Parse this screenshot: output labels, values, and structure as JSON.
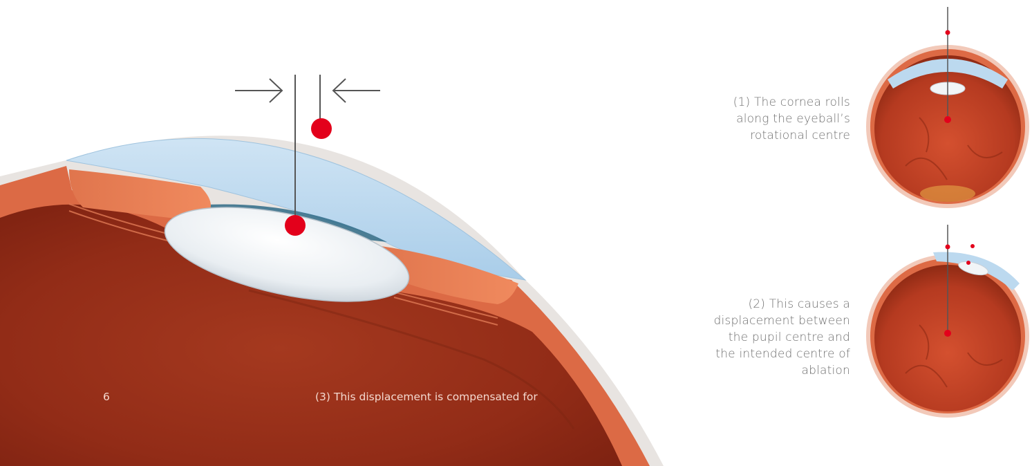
{
  "page_number": "6",
  "captions": {
    "step1": [
      "(1) The cornea rolls",
      "along the eyeball’s",
      "rotational centre"
    ],
    "step2": [
      "(2) This causes a",
      "displacement between",
      "the pupil centre and",
      "the intended centre of",
      "ablation"
    ],
    "step3": "(3) This displacement is compensated for"
  },
  "colors": {
    "marker": "#e3001b",
    "cornea": "#bcd9ef",
    "tissue": "#b23a22",
    "text": "#6f6f6f"
  }
}
